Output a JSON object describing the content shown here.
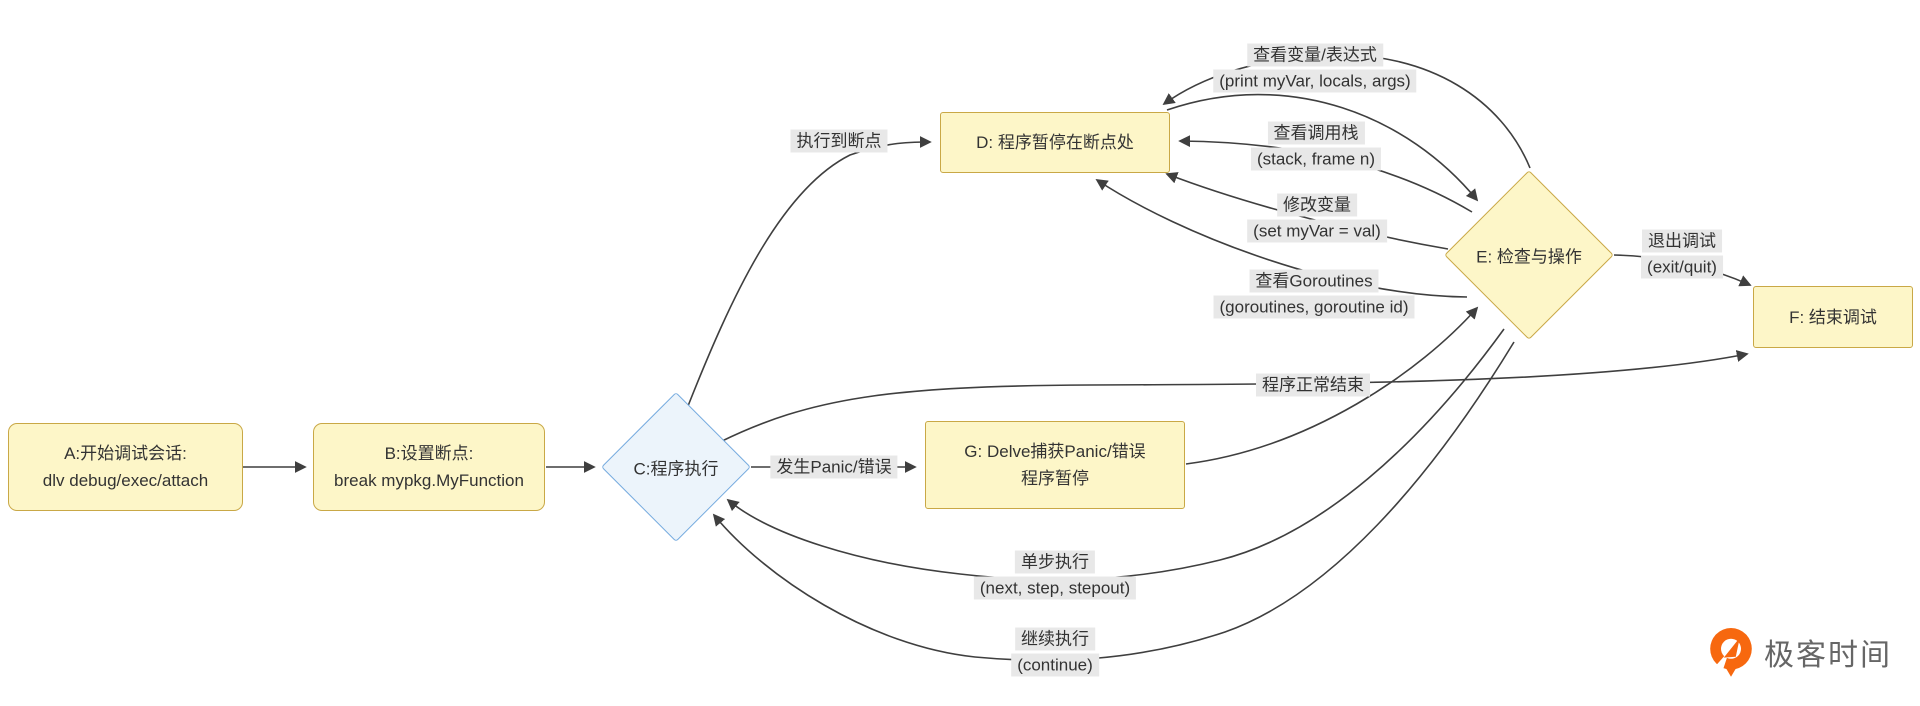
{
  "diagram": {
    "nodes": {
      "a": {
        "line1": "A:开始调试会话:",
        "line2": "dlv debug/exec/attach"
      },
      "b": {
        "line1": "B:设置断点:",
        "line2": "break mypkg.MyFunction"
      },
      "c": {
        "label": "C:程序执行"
      },
      "d": {
        "label": "D: 程序暂停在断点处"
      },
      "e": {
        "label": "E: 检查与操作"
      },
      "f": {
        "label": "F: 结束调试"
      },
      "g": {
        "line1": "G: Delve捕获Panic/错误",
        "line2": "程序暂停"
      }
    },
    "edge_labels": {
      "to_breakpoint": {
        "line1": "执行到断点"
      },
      "view_vars": {
        "line1": "查看变量/表达式",
        "line2": "(print myVar, locals, args)"
      },
      "view_stack": {
        "line1": "查看调用栈",
        "line2": "(stack, frame n)"
      },
      "set_var": {
        "line1": "修改变量",
        "line2": "(set myVar = val)"
      },
      "view_goroutines": {
        "line1": "查看Goroutines",
        "line2": "(goroutines, goroutine id)"
      },
      "exit_debug": {
        "line1": "退出调试",
        "line2": "(exit/quit)"
      },
      "normal_end": {
        "line1": "程序正常结束"
      },
      "panic": {
        "line1": "发生Panic/错误"
      },
      "step": {
        "line1": "单步执行",
        "line2": "(next, step, stepout)"
      },
      "continue": {
        "line1": "继续执行",
        "line2": "(continue)"
      }
    },
    "edges": [
      {
        "from": "A",
        "to": "B",
        "label": ""
      },
      {
        "from": "B",
        "to": "C",
        "label": ""
      },
      {
        "from": "C",
        "to": "D",
        "label": "执行到断点"
      },
      {
        "from": "C",
        "to": "G",
        "label": "发生Panic/错误"
      },
      {
        "from": "C",
        "to": "F",
        "label": "程序正常结束"
      },
      {
        "from": "G",
        "to": "E",
        "label": ""
      },
      {
        "from": "D",
        "to": "E",
        "label": ""
      },
      {
        "from": "E",
        "to": "D",
        "label": "查看变量/表达式 (print myVar, locals, args)"
      },
      {
        "from": "E",
        "to": "D",
        "label": "查看调用栈 (stack, frame n)"
      },
      {
        "from": "E",
        "to": "D",
        "label": "修改变量 (set myVar = val)"
      },
      {
        "from": "E",
        "to": "D",
        "label": "查看Goroutines (goroutines, goroutine id)"
      },
      {
        "from": "E",
        "to": "C",
        "label": "单步执行 (next, step, stepout)"
      },
      {
        "from": "E",
        "to": "C",
        "label": "继续执行 (continue)"
      },
      {
        "from": "E",
        "to": "F",
        "label": "退出调试 (exit/quit)"
      }
    ],
    "colors": {
      "node_fill": "#fdf6c8",
      "node_border": "#c9a846",
      "decision_fill": "#ecf4fb",
      "decision_border": "#76abdf",
      "edge_line": "#3f3f3f",
      "label_bg": "#e8e8e8",
      "text": "#333333"
    }
  },
  "watermark": {
    "brand": "极客时间",
    "icon": "geektime-logo-icon",
    "icon_color": "#f7680f"
  }
}
